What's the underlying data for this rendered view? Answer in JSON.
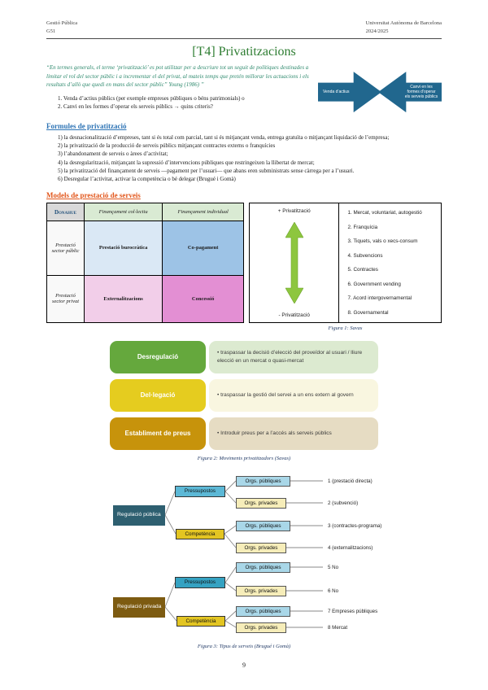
{
  "header": {
    "course": "Gestió Pública",
    "group": "G51",
    "university": "Universitat Autònoma de Barcelona",
    "year": "2024/2025"
  },
  "title": "[T4] Privatitzacions",
  "intro": {
    "quote": "“En termes generals, el terme ‘privatització’ es pot utilitzar per a descriure tot un seguit de polítiques destinades a limitar el rol del sector públic i a incrementar el del privat, al mateix temps que pretén millorar les actuacions i els resultats d’allò que quedi en mans del sector públic” Young (1986) ”",
    "options": [
      "1. Venda d’actius públics (per exemple empreses públiques o béns patrimonials) o",
      "2. Canvi en les formes d’operar els serveis públics → quins criteris?"
    ],
    "arrow_left_label": "Venda d’actius",
    "arrow_right_label": "Canvi en les formes d’operar els serveis públics"
  },
  "formules": {
    "heading": "Formules de privatització",
    "items": [
      "1) la desnacionalització d’empreses, tant si és total com parcial, tant si és mitjançant venda, entrega gratuïta o mitjançant liquidació de l’empresa;",
      "2) la privatització de la producció de serveis públics mitjançant contractes externs o franquícies",
      "3) l’abandonament de serveis o àrees d’activitat;",
      "4) la desregularització, mitjançant la supressió d’intervencions públiques que restringeixen la llibertat de mercat;",
      "5) la privatització del finançament de serveis —pagament per l’usuari— que abans eren subministrats sense càrrega per a l’usuari.",
      "6) Desregular l’activitat, activar la competència o bé delegar (Brugué i Gomà)"
    ]
  },
  "models": {
    "heading": "Models de prestació de serveis"
  },
  "table": {
    "corner": "Donahue",
    "col_headers": [
      "Finançament col·lectiu",
      "Finançament individual"
    ],
    "rows": [
      {
        "header": "Prestació sector públic",
        "cells": [
          "Prestació burocràtica",
          "Co-pagament"
        ]
      },
      {
        "header": "Prestació sector privat",
        "cells": [
          "Externalitzacions",
          "Concessió"
        ]
      }
    ]
  },
  "figure1": {
    "top_label": "+ Privatització",
    "bottom_label": "- Privatització",
    "items": [
      "1. Mercat, voluntariat, autogestió",
      "2. Franquícia",
      "3. Tiquets, vals o xecs-consum",
      "4. Subvencions",
      "5. Contractes",
      "6. Government vending",
      "7. Acord intergovernamental",
      "8. Governamental"
    ],
    "caption": "Figura 1: Savas"
  },
  "figure2": {
    "rows": [
      {
        "label": "Desregulació",
        "text": "•  traspassar la decisió d’elecció del proveïdor al usuari / lliure elecció en un mercat o quasi-mercat"
      },
      {
        "label": "Del·legació",
        "text": "•  traspassar la gestió del servei a un ens extern al govern"
      },
      {
        "label": "Establiment de preus",
        "text": "•  Introduir preus per a l’accés als serveis públics"
      }
    ],
    "caption": "Figura 2: Moviments privatitzadors (Savas)"
  },
  "figure3": {
    "root_public": "Regulació pública",
    "root_private": "Regulació privada",
    "branch_pressupostos": "Pressupostos",
    "branch_competencia": "Competència",
    "leaf_public": "Orgs. públiques",
    "leaf_private": "Orgs. privades",
    "outcomes": [
      "1 (prestació directa)",
      "2 (subvenció)",
      "3 (contractes-programa)",
      "4 (externalitzacions)",
      "5 No",
      "6 No",
      "7 Empreses públiques",
      "8 Mercat"
    ],
    "caption": "Figura 3: Tipus de serveis (Brugué i Gomà)"
  },
  "page_number": "9",
  "colors": {
    "title_green": "#2e7d32",
    "heading_blue": "#2e74b5",
    "heading_orange": "#e2571c",
    "quote_teal": "#2f8a6e",
    "opposing_arrows": "#21678e",
    "scale_arrow_green": "#8dc63f",
    "caption_navy": "#1f3864",
    "table_header_green": "#d9ead3",
    "cell_light_blue": "#dae8f5",
    "cell_blue": "#9dc3e6",
    "cell_light_pink": "#f2cee9",
    "cell_magenta": "#e38fd3",
    "fig2_green": "#65a83d",
    "fig2_yellow": "#e5cc1f",
    "fig2_ochre": "#c7930b",
    "tree_public_teal": "#2e5f70",
    "tree_private_brown": "#7d5b11",
    "tree_blue": "#5cb8d6",
    "tree_gold": "#e3c522",
    "leaf_blue": "#a9d7e8",
    "leaf_cream": "#f6edb9"
  }
}
